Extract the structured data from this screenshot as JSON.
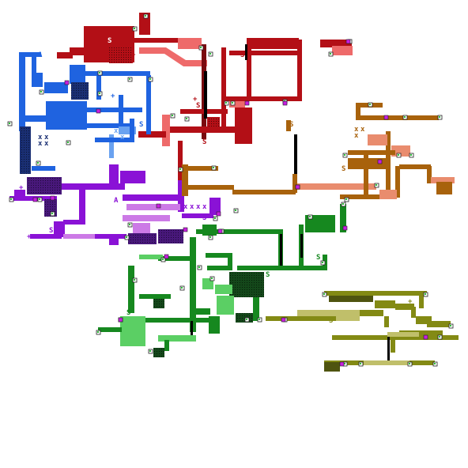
{
  "map": {
    "regions": [
      {
        "name": "red",
        "color": "#b30f16",
        "light": "#ee6a6a",
        "dark": "#7a0a0f"
      },
      {
        "name": "blue",
        "color": "#1f63e0",
        "light": "#6aa2f0",
        "dark": "#1a2f73"
      },
      {
        "name": "purple",
        "color": "#8a12d6",
        "light": "#cc7ae6",
        "dark": "#48187a"
      },
      {
        "name": "orange",
        "color": "#a8620c",
        "light": "#e98c6e",
        "dark": "#6e3e08"
      },
      {
        "name": "green",
        "color": "#16881f",
        "light": "#5bcf64",
        "dark": "#14471a"
      },
      {
        "name": "olive",
        "color": "#838a14",
        "light": "#c0bf6a",
        "dark": "#4f5410"
      }
    ],
    "markers": {
      "save": "S",
      "start": "A",
      "item": "+",
      "blocked": "x"
    },
    "marker_colors": {
      "dot": "#2fbf3a",
      "door": "#c81ee0",
      "box": "#ffffff"
    }
  }
}
